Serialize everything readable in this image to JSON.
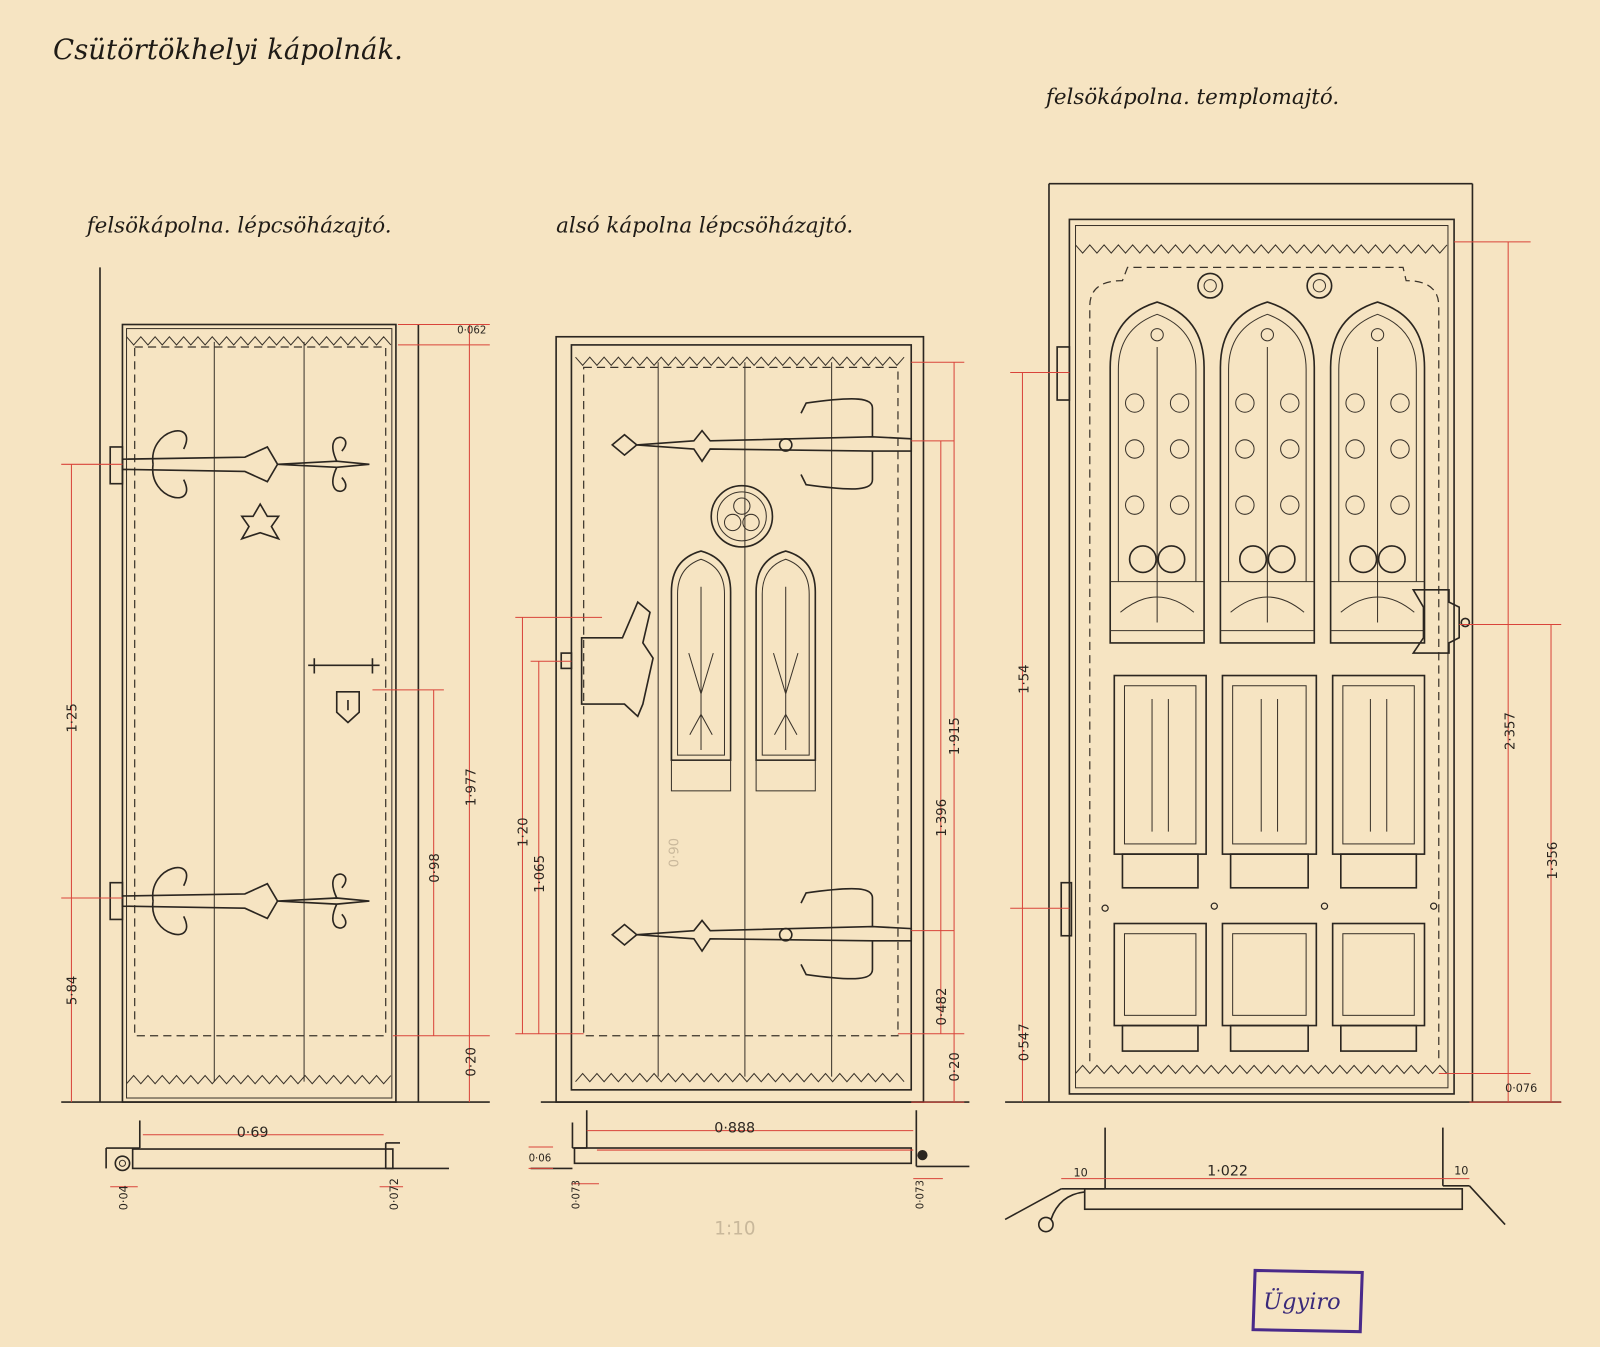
{
  "title": "Csütörtökhelyi kápolnák.",
  "scale_note": "1:10",
  "doors": [
    {
      "caption": "felsökápolna. lépcsöházajtó.",
      "dims": {
        "top_offset": "0·062",
        "hinge_span": "1·25",
        "lower_hinge": "5·84",
        "total_height": "1·977",
        "lock_height": "0·98",
        "bottom": "0·20",
        "width": "0·69",
        "left_jamb": "0·04",
        "right_jamb": "0·072"
      }
    },
    {
      "caption": "alsó kápolna lépcsöházajtó.",
      "dims": {
        "total_height": "1·915",
        "hinge_span": "1·396",
        "lower_hinge": "0·482",
        "bottom": "0·20",
        "lock_top": "1·20",
        "lock_height": "1·065",
        "width": "0·888",
        "thickness": "0·06",
        "left_jamb": "0·073",
        "right_jamb": "0·073",
        "pencil": "0·90"
      }
    },
    {
      "caption": "felsökápolna. templomajtó.",
      "dims": {
        "total_height": "2·357",
        "lock_height": "1·356",
        "hinge_span": "1·54",
        "lower_hinge": "0·547",
        "bottom": "0·076",
        "width": "1·022",
        "left_reveal": "10",
        "right_reveal": "10"
      }
    }
  ],
  "stamp": {
    "text": "Ügyiro"
  },
  "colors": {
    "paper": "#f6e4c2",
    "ink": "#2b2620",
    "dimension": "#d9443a",
    "stamp": "#4a2a8a"
  }
}
